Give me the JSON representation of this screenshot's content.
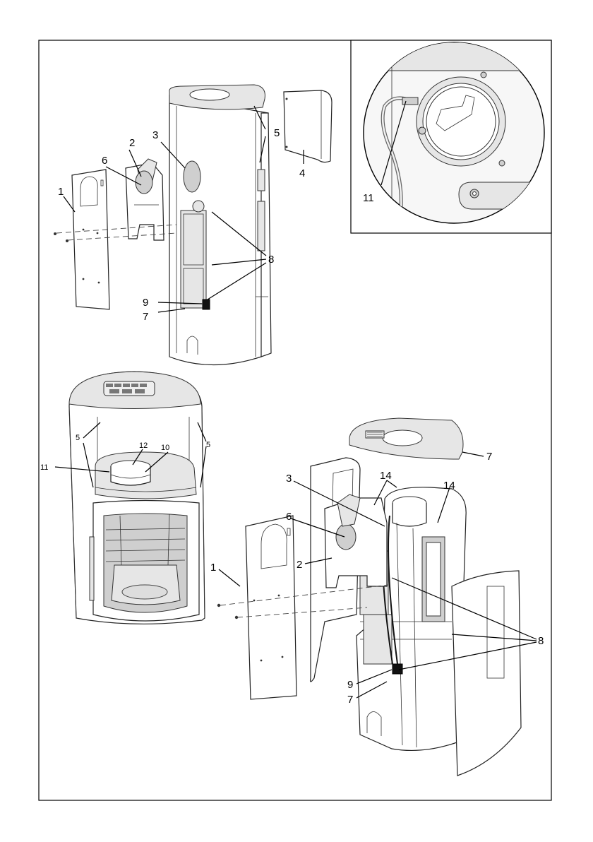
{
  "callouts": {
    "top": {
      "c1": "1",
      "c2": "2",
      "c3": "3",
      "c4": "4",
      "c5": "5",
      "c6": "6",
      "c7": "7",
      "c8": "8",
      "c9": "9"
    },
    "inset": {
      "c11": "11"
    },
    "bottom_left": {
      "c5a": "5",
      "c5b": "5",
      "c10": "10",
      "c11": "11",
      "c12": "12"
    },
    "bottom_right": {
      "c1": "1",
      "c2": "2",
      "c3": "3",
      "c6": "6",
      "c7top": "7",
      "c14a": "14",
      "c14b": "14",
      "c8": "8",
      "c9": "9",
      "c7": "7"
    }
  }
}
